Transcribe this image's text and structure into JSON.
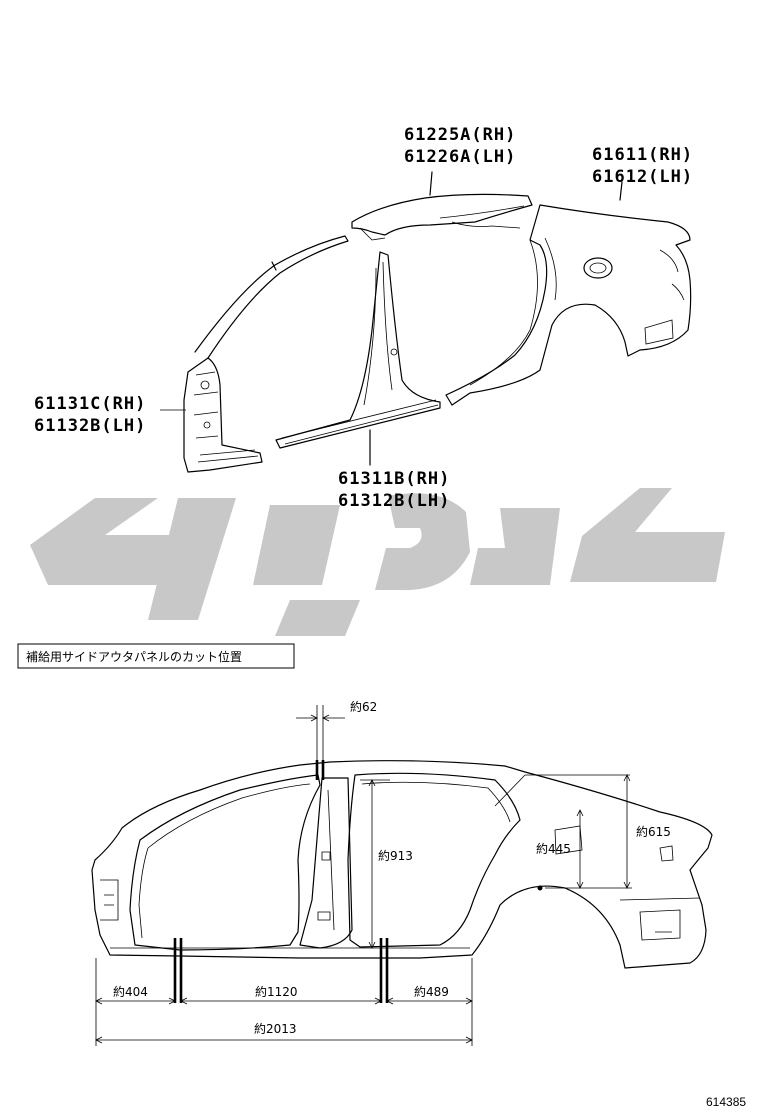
{
  "upper_diagram": {
    "labels": {
      "roof_side_rail_rh": "61225A(RH)",
      "roof_side_rail_lh": "61226A(LH)",
      "quarter_panel_rh": "61611(RH)",
      "quarter_panel_lh": "61612(LH)",
      "front_pillar_rh": "61131C(RH)",
      "front_pillar_lh": "61132B(LH)",
      "center_pillar_rh": "61311B(RH)",
      "center_pillar_lh": "61312B(LH)"
    }
  },
  "note": {
    "text": "補給用サイドアウタパネルのカット位置"
  },
  "lower_diagram": {
    "dimensions": {
      "top_cut_width": "約62",
      "pillar_height": "約913",
      "quarter_height_inner": "約445",
      "quarter_height_outer": "約615",
      "front_length": "約404",
      "middle_length": "約1120",
      "rear_length": "約489",
      "total_length": "約2013"
    }
  },
  "figure_number": "614385",
  "colors": {
    "line": "#000000",
    "watermark": "#c8c8c8",
    "background": "#ffffff"
  }
}
